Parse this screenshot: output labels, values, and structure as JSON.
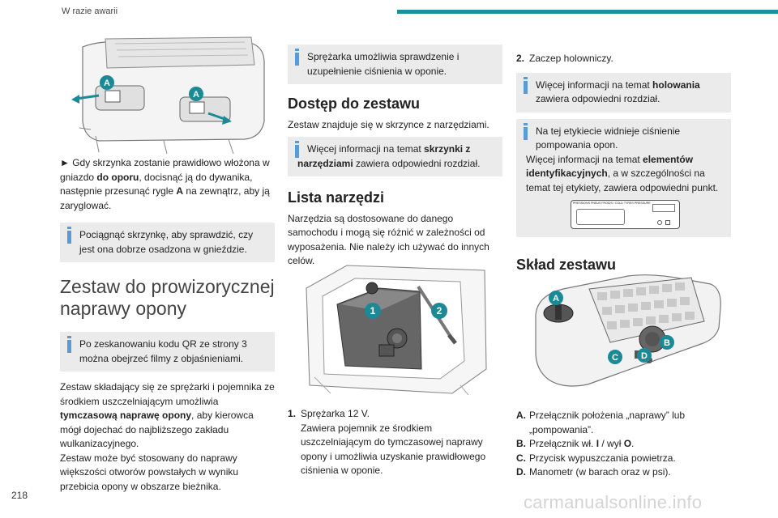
{
  "header": {
    "section_title": "W razie awarii",
    "page_number": "218"
  },
  "colors": {
    "accent": "#17929b",
    "note_icon": "#5b9bd5",
    "callout": "#1b8a96"
  },
  "col1": {
    "illustration_callouts": [
      "A",
      "A"
    ],
    "step_text": "► Gdy skrzynka zostanie prawidłowo włożona w gniazdo ",
    "step_bold": "do oporu",
    "step_text2": ", docisnąć ją do dywanika, następnie przesunąć rygle ",
    "step_bold2": "A",
    "step_text3": " na zewnątrz, aby ją zaryglować.",
    "note1": "Pociągnąć skrzynkę, aby sprawdzić, czy jest ona dobrze osadzona w gnieździe.",
    "big_heading": "Zestaw do prowizorycznej naprawy opony",
    "note2": "Po zeskanowaniu kodu QR ze strony 3 można obejrzeć filmy z objaśnieniami.",
    "para1": "Zestaw składający się ze sprężarki i pojemnika ze środkiem uszczelniającym umożliwia ",
    "para1_bold": "tymczasową naprawę opony",
    "para1_end": ", aby kierowca mógł dojechać do najbliższego zakładu wulkanizacyjnego.",
    "para2": "Zestaw może być stosowany do naprawy większości otworów powstałych w wyniku przebicia opony w obszarze bieżnika."
  },
  "col2": {
    "note_top": "Sprężarka umożliwia sprawdzenie i uzupełnienie ciśnienia w oponie.",
    "heading1": "Dostęp do zestawu",
    "para1": "Zestaw znajduje się w skrzynce z narzędziami.",
    "note_more_pre": "Więcej informacji na temat ",
    "note_more_bold": "skrzynki z narzędziami",
    "note_more_post": " zawiera odpowiedni rozdział.",
    "heading2": "Lista narzędzi",
    "para2": "Narzędzia są dostosowane do danego samochodu i mogą się różnić w zależności od wyposażenia. Nie należy ich używać do innych celów.",
    "illustration_callouts": [
      "1",
      "2"
    ],
    "item1_num": "1.",
    "item1_title": "Sprężarka 12 V.",
    "item1_desc": "Zawiera pojemnik ze środkiem uszczelniającym do tymczasowej naprawy opony i umożliwia uzyskanie prawidłowego ciśnienia w oponie."
  },
  "col3": {
    "item2_num": "2.",
    "item2_text": "Zaczep holowniczy.",
    "note1_pre": "Więcej informacji na temat ",
    "note1_bold": "holowania",
    "note1_post": " zawiera odpowiedni rozdział.",
    "note2_line": "Na tej etykiecie widnieje ciśnienie pompowania opon.",
    "note2_more_pre": "Więcej informacji na temat ",
    "note2_more_bold": "elementów identyfikacyjnych",
    "note2_more_post": ", a w szczególności na temat tej etykiety, zawiera odpowiedni punkt.",
    "label_header": "PRESSIONS PNEUS FROIDS / COLD TYRES PRESSURES",
    "heading": "Skład zestawu",
    "illustration_callouts": [
      "A",
      "B",
      "C",
      "D"
    ],
    "items": [
      {
        "letter": "A.",
        "pre": "Przełącznik położenia „naprawy” lub „pompowania”.",
        "bold": "",
        "post": ""
      },
      {
        "letter": "B.",
        "pre": "Przełącznik wł. ",
        "bold": "I",
        "mid": " / wył ",
        "bold2": "O",
        "post": "."
      },
      {
        "letter": "C.",
        "pre": "Przycisk wypuszczania powietrza.",
        "bold": "",
        "post": ""
      },
      {
        "letter": "D.",
        "pre": "Manometr (w barach oraz w psi).",
        "bold": "",
        "post": ""
      }
    ]
  },
  "watermark": "carmanualsonline.info"
}
